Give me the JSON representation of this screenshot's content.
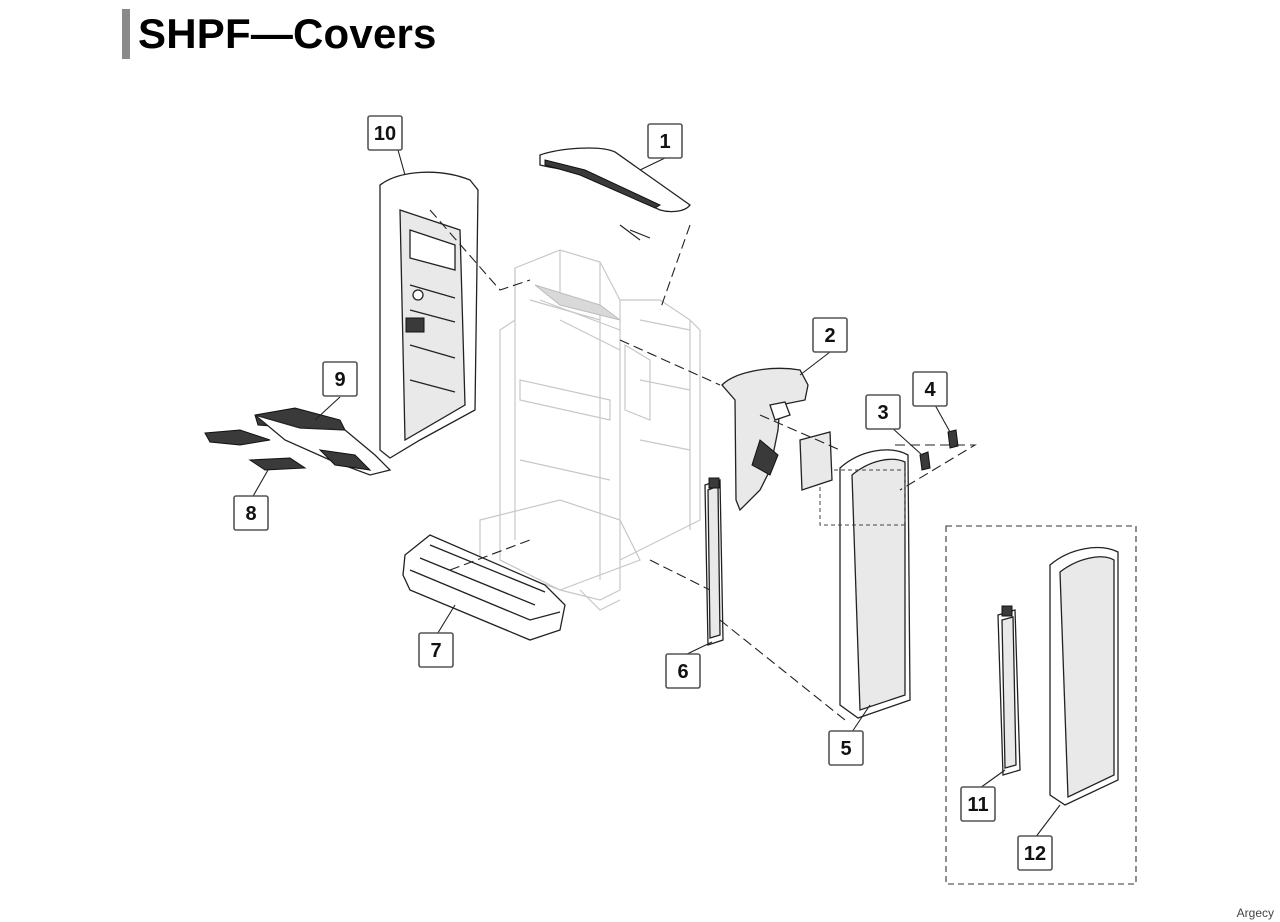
{
  "title": "SHPF—Covers",
  "watermark": "Argecy",
  "callouts": [
    "1",
    "2",
    "3",
    "4",
    "5",
    "6",
    "7",
    "8",
    "9",
    "10",
    "11",
    "12"
  ]
}
